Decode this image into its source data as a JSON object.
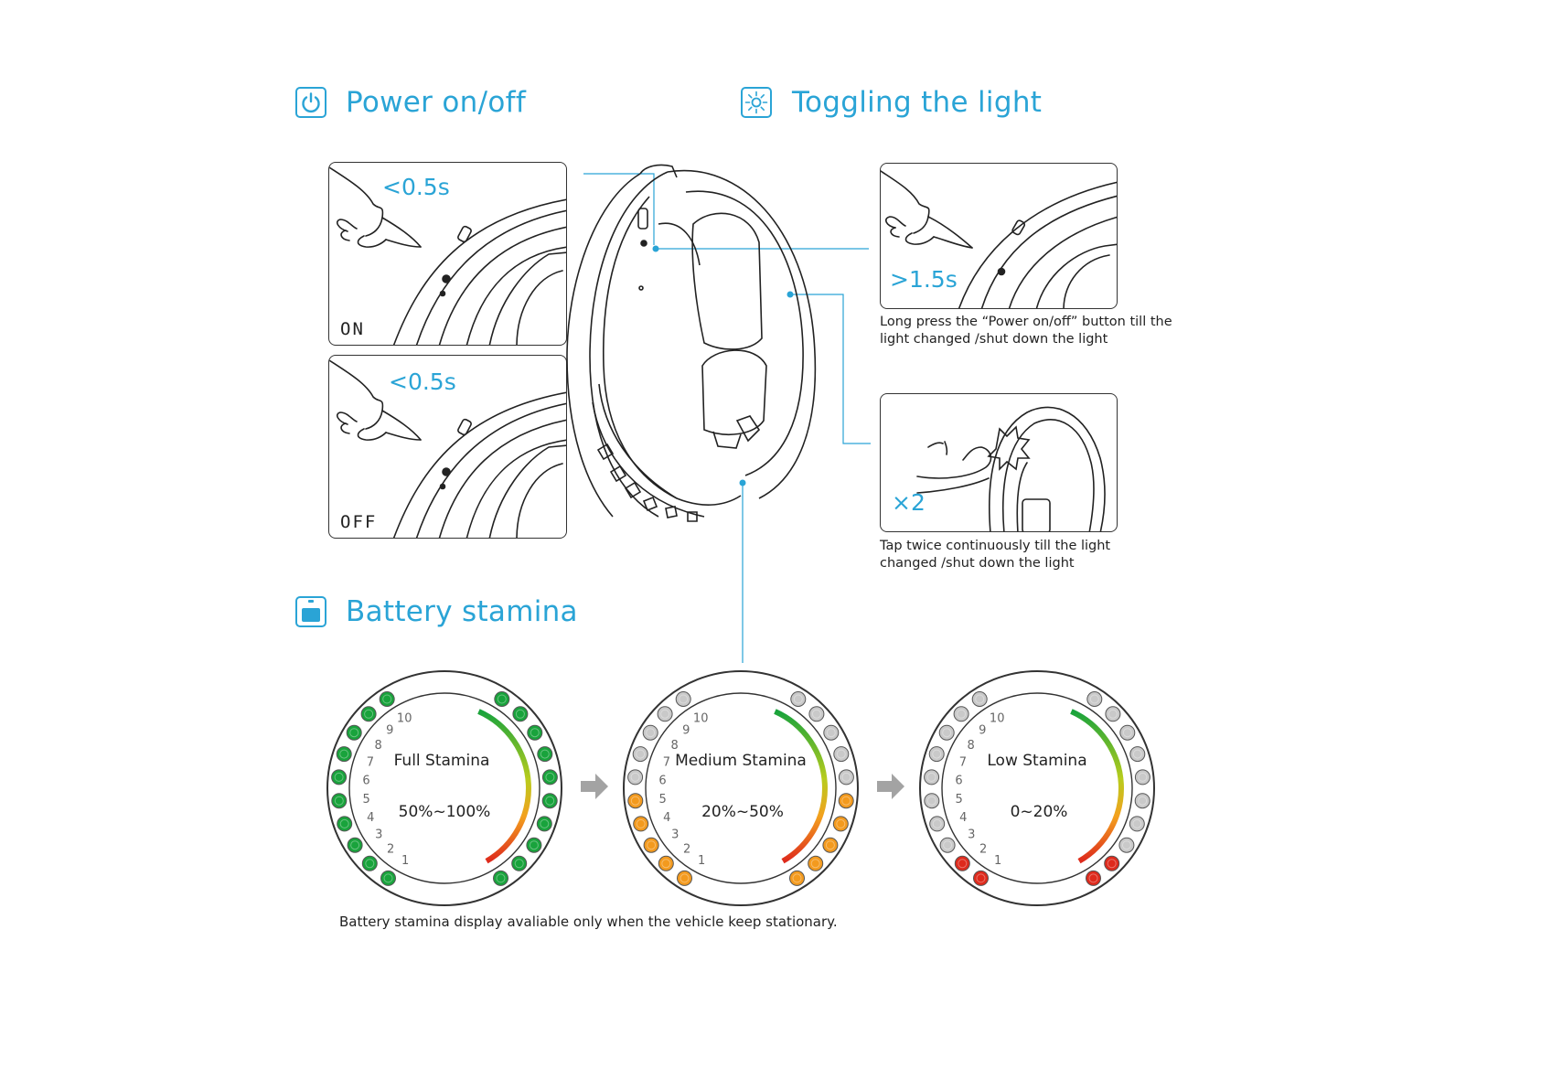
{
  "sections": {
    "power": {
      "title": "Power on/off",
      "icon": "power-icon"
    },
    "light": {
      "title": "Toggling the light",
      "icon": "light-sun-icon"
    },
    "battery": {
      "title": "Battery stamina",
      "icon": "battery-icon"
    }
  },
  "power_panels": [
    {
      "duration": "<0.5s",
      "state": "ON"
    },
    {
      "duration": "<0.5s",
      "state": "OFF"
    }
  ],
  "light_panels": [
    {
      "duration": ">1.5s",
      "caption_line1": "Long press the “Power on/off” button till the",
      "caption_line2": "light changed /shut down the light"
    },
    {
      "duration": "×2",
      "caption_line1": "Tap twice continuously till the light",
      "caption_line2": "changed /shut down the light"
    }
  ],
  "gauges": [
    {
      "title": "Full Stamina",
      "range": "50%~100%",
      "left_lit": 10,
      "left_color": "green",
      "right_lit": 10,
      "right_color": "green"
    },
    {
      "title": "Medium Stamina",
      "range": "20%~50%",
      "left_lit": 5,
      "left_color": "orange",
      "right_lit": 5,
      "right_color": "orange"
    },
    {
      "title": "Low Stamina",
      "range": "0~20%",
      "left_lit": 2,
      "left_color": "red",
      "right_lit": 2,
      "right_color": "red"
    }
  ],
  "scale_numbers": [
    "1",
    "2",
    "3",
    "4",
    "5",
    "6",
    "7",
    "8",
    "9",
    "10"
  ],
  "note": "Battery stamina display avaliable only when the vehicle keep stationary.",
  "colors": {
    "accent": "#2aa4d6",
    "led_green": "#19a33c",
    "led_orange": "#f39a1e",
    "led_red": "#de2a1c",
    "led_off": "#c9c9c9",
    "arrow": "#a3a3a3"
  }
}
